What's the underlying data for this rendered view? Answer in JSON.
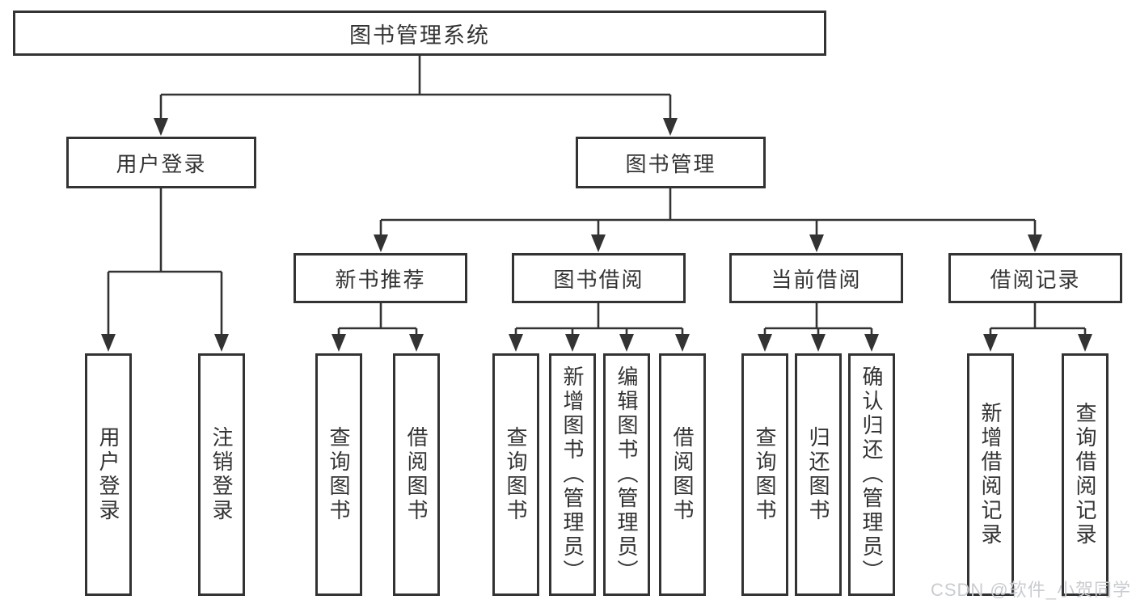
{
  "diagram": {
    "title": "图书管理系统",
    "nodes": {
      "user_login": "用户登录",
      "book_management": "图书管理",
      "new_book_recommend": "新书推荐",
      "book_borrow": "图书借阅",
      "current_borrow": "当前借阅",
      "borrow_records": "借阅记录"
    },
    "leaves": {
      "user_login": [
        "用户登录",
        "注销登录"
      ],
      "new_book_recommend": [
        "查询图书",
        "借阅图书"
      ],
      "book_borrow": [
        "查询图书",
        "新增图书（管理员）",
        "编辑图书（管理员）",
        "借阅图书"
      ],
      "current_borrow": [
        "查询图书",
        "归还图书",
        "确认归还（管理员）"
      ],
      "borrow_records": [
        "新增借阅记录",
        "查询借阅记录"
      ]
    }
  },
  "watermark": "CSDN @软件_小贺同学",
  "colors": {
    "line": "#333333",
    "text": "#333333",
    "background": "#ffffff",
    "watermark": "#c9ccd0"
  }
}
